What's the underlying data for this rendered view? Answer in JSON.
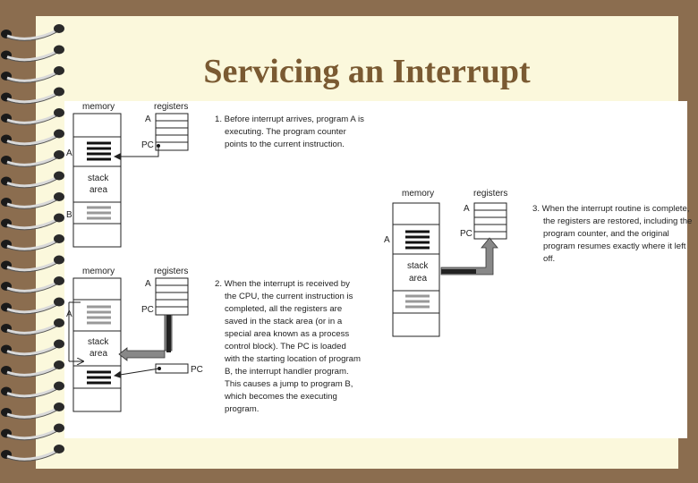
{
  "slide": {
    "title": "Servicing an Interrupt"
  },
  "panel1": {
    "memory_label": "memory",
    "registers_label": "registers",
    "reg_a": "A",
    "reg_pc": "PC",
    "label_a": "A",
    "label_b": "B",
    "stack_line1": "stack",
    "stack_line2": "area",
    "caption": [
      "1. Before interrupt arrives, program A is",
      "executing. The program counter",
      "points to the current instruction."
    ]
  },
  "panel2": {
    "memory_label": "memory",
    "registers_label": "registers",
    "reg_a": "A",
    "reg_pc": "PC",
    "label_a": "A",
    "pc_box_label": "PC",
    "stack_line1": "stack",
    "stack_line2": "area",
    "caption": [
      "2. When the interrupt is received by",
      "the CPU, the current instruction is",
      "completed, all the registers are",
      "saved in the stack area (or in a",
      "special area known as a process",
      "control block). The PC is loaded",
      "with the starting location of program",
      "B, the interrupt handler program.",
      "This causes a jump to program B,",
      "which becomes the executing",
      "program."
    ]
  },
  "panel3": {
    "memory_label": "memory",
    "registers_label": "registers",
    "reg_a": "A",
    "reg_pc": "PC",
    "label_a": "A",
    "stack_line1": "stack",
    "stack_line2": "area",
    "caption": [
      "3. When the interrupt routine is complete,",
      "the registers are restored, including the",
      "program counter, and the original",
      "program resumes exactly where it left",
      "off."
    ]
  }
}
